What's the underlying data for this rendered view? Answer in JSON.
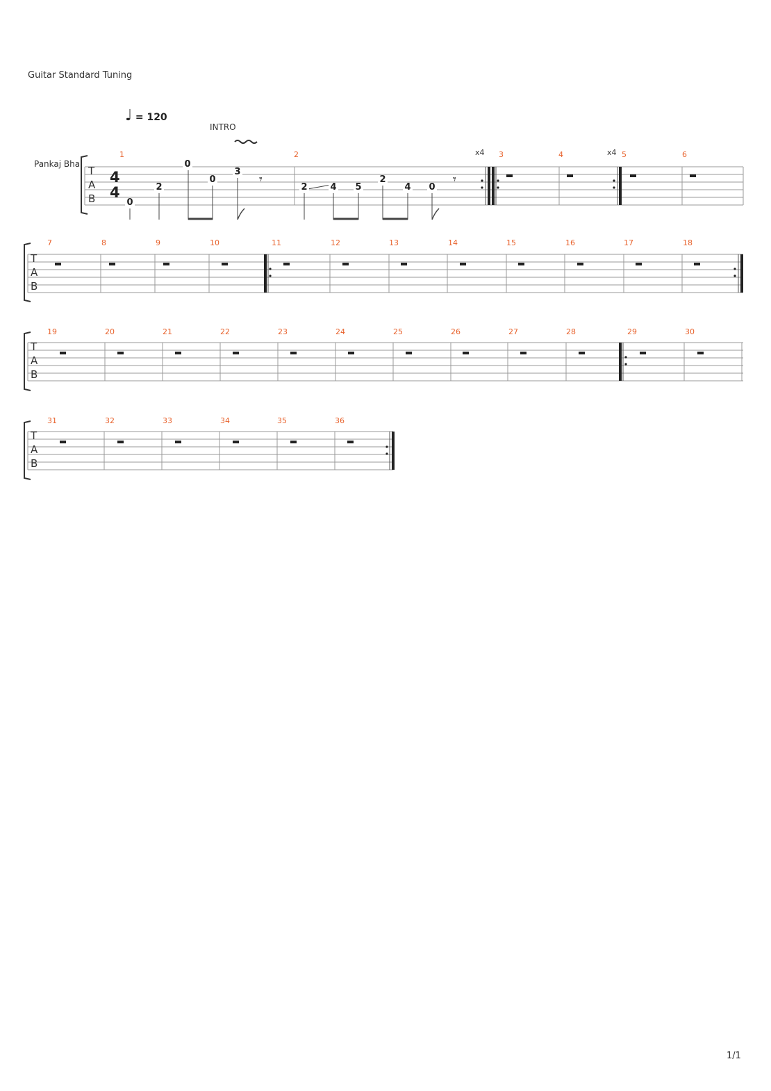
{
  "header": {
    "tuning": "Guitar Standard Tuning",
    "tempo_symbol": "♩",
    "tempo": "= 120",
    "section": "INTRO",
    "track_name": "Pankaj Bha",
    "time_signature": [
      "4",
      "4"
    ],
    "tab_letters": [
      "T",
      "A",
      "B"
    ]
  },
  "repeat_counts": [
    "x4",
    "x4"
  ],
  "measure_numbers": {
    "system1": [
      "1",
      "2",
      "3",
      "4",
      "5",
      "6"
    ],
    "system2": [
      "7",
      "8",
      "9",
      "10",
      "11",
      "12",
      "13",
      "14",
      "15",
      "16",
      "17",
      "18"
    ],
    "system3": [
      "19",
      "20",
      "21",
      "22",
      "23",
      "24",
      "25",
      "26",
      "27",
      "28",
      "29",
      "30"
    ],
    "system4": [
      "31",
      "32",
      "33",
      "34",
      "35",
      "36"
    ]
  },
  "intro_notes": {
    "measure1": [
      "0",
      "2",
      "0",
      "0",
      "3"
    ],
    "measure2": [
      "2",
      "4",
      "5",
      "2",
      "4",
      "0"
    ]
  },
  "footer": {
    "page_number": "1/1"
  }
}
